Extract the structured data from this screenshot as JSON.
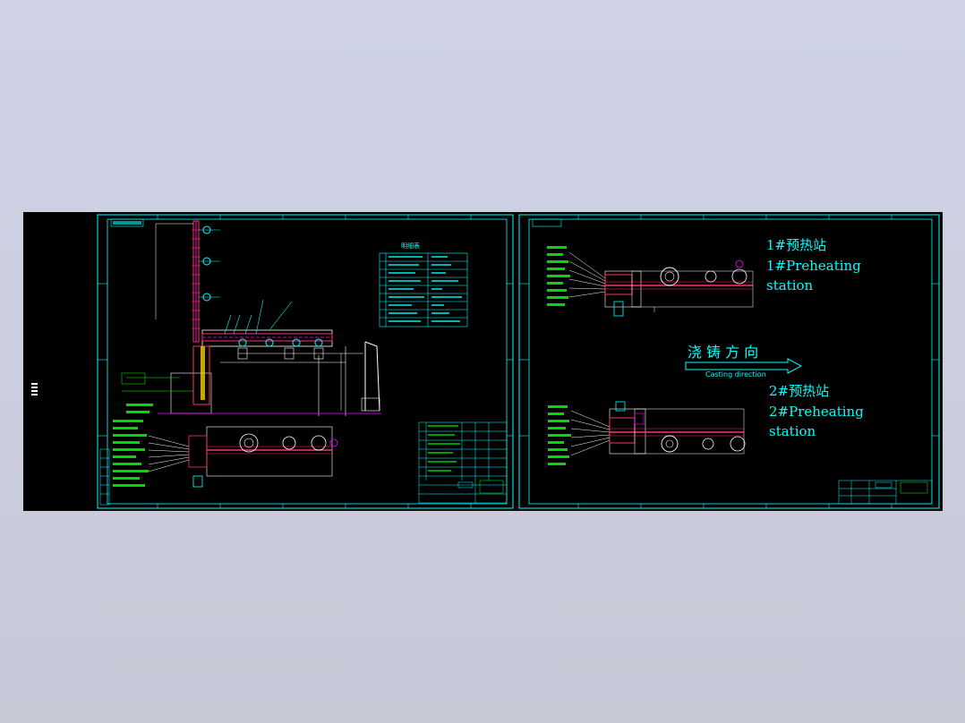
{
  "colors": {
    "background": "#cccfe2",
    "viewport": "#000000",
    "frame": "#00ffff",
    "machine": "#ff3366",
    "annotation": "#00ff00",
    "structure": "#ffffff",
    "accent_magenta": "#ff00ff",
    "accent_yellow": "#ffff00"
  },
  "sheet_left": {
    "table_title": "明细表"
  },
  "sheet_right": {
    "station_1_cn": "1#预热站",
    "station_1_en_line1": "1#Preheating",
    "station_1_en_line2": "station",
    "direction_cn": "浇 铸 方 向",
    "direction_en": "Casting direction",
    "station_2_cn": "2#预热站",
    "station_2_en_line1": "2#Preheating",
    "station_2_en_line2": "station"
  }
}
